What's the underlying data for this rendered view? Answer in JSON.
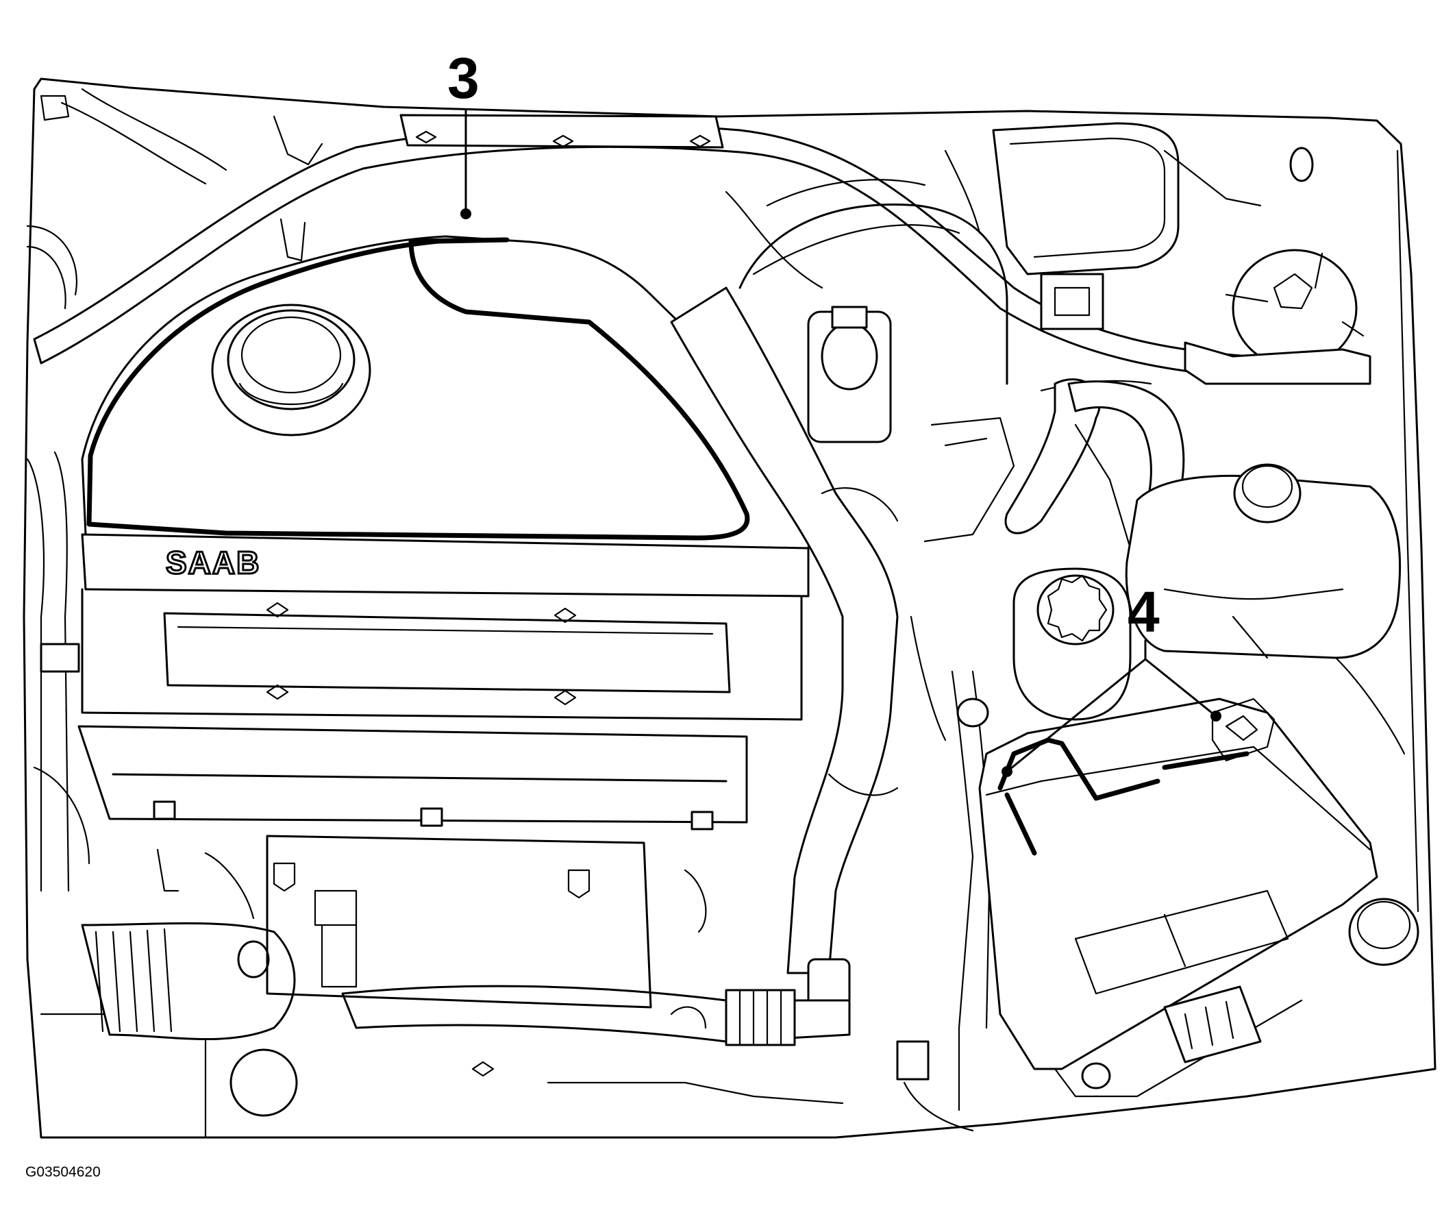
{
  "callouts": {
    "label_3": "3",
    "label_4": "4"
  },
  "engine_cover": {
    "brand": "SAAB"
  },
  "figure_code": "G03504620"
}
